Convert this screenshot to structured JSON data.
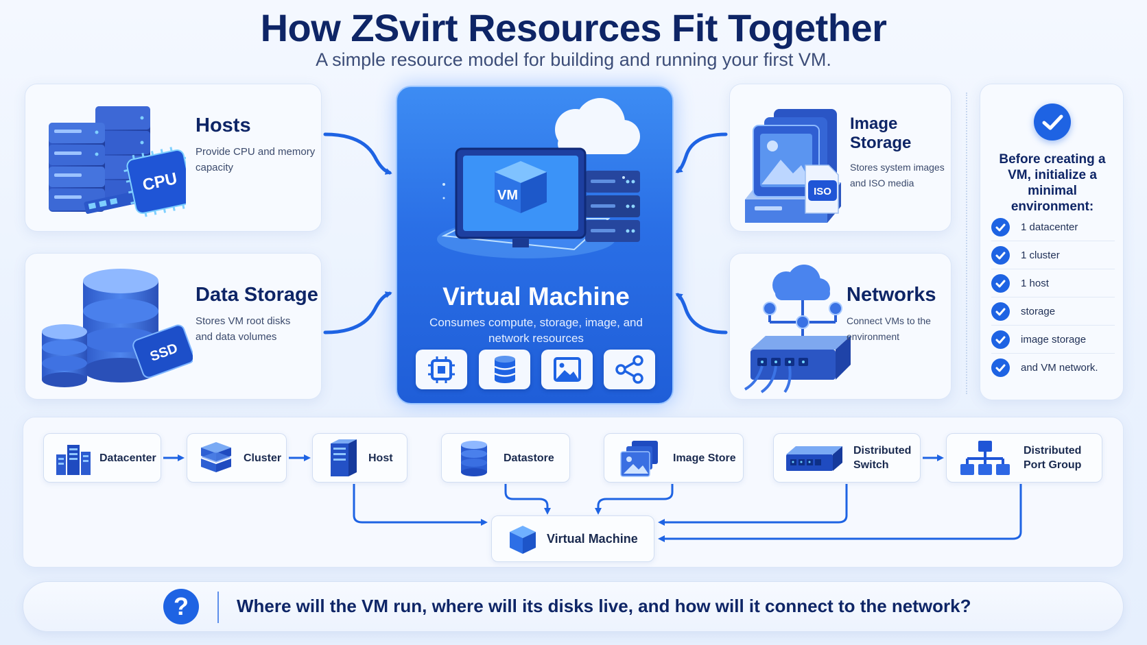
{
  "header": {
    "title": "How ZSvirt Resources Fit Together",
    "subtitle": "A simple resource model for building and running your first VM."
  },
  "cards": {
    "hosts": {
      "title": "Hosts",
      "desc_line1": "Provide CPU and memory",
      "desc_line2": "capacity",
      "chip_label": "CPU"
    },
    "data_storage": {
      "title": "Data Storage",
      "desc_line1": "Stores VM root disks",
      "desc_line2": "and data volumes",
      "chip_label": "SSD"
    },
    "image_storage": {
      "title": "Image Storage",
      "desc_line1": "Stores system images",
      "desc_line2": "and ISO media",
      "chip_label": "ISO"
    },
    "networks": {
      "title": "Networks",
      "desc_line1": "Connect VMs to the",
      "desc_line2": "environment"
    }
  },
  "vm_panel": {
    "title": "Virtual Machine",
    "desc": "Consumes compute, storage, image, and network resources",
    "cube_label": "VM",
    "resource_icons": [
      "chip-icon",
      "database-icon",
      "image-icon",
      "share-icon"
    ]
  },
  "checklist": {
    "heading": "Before creating a VM, initialize a minimal environment:",
    "items": [
      "1 datacenter",
      "1 cluster",
      "1 host",
      "storage",
      "image storage",
      "and VM network."
    ]
  },
  "flow": {
    "datacenter": "Datacenter",
    "cluster": "Cluster",
    "host": "Host",
    "datastore": "Datastore",
    "image_store": "Image Store",
    "distributed_switch_line1": "Distributed",
    "distributed_switch_line2": "Switch",
    "port_group_line1": "Distributed",
    "port_group_line2": "Port Group",
    "virtual_machine": "Virtual Machine"
  },
  "question": {
    "icon": "?",
    "text": "Where will the VM run, where will its disks live, and how will it connect to the network?"
  },
  "colors": {
    "primary": "#1e63e3",
    "title": "#0e2566",
    "panel": "#2a6fe6",
    "background": "#eef4fe"
  }
}
